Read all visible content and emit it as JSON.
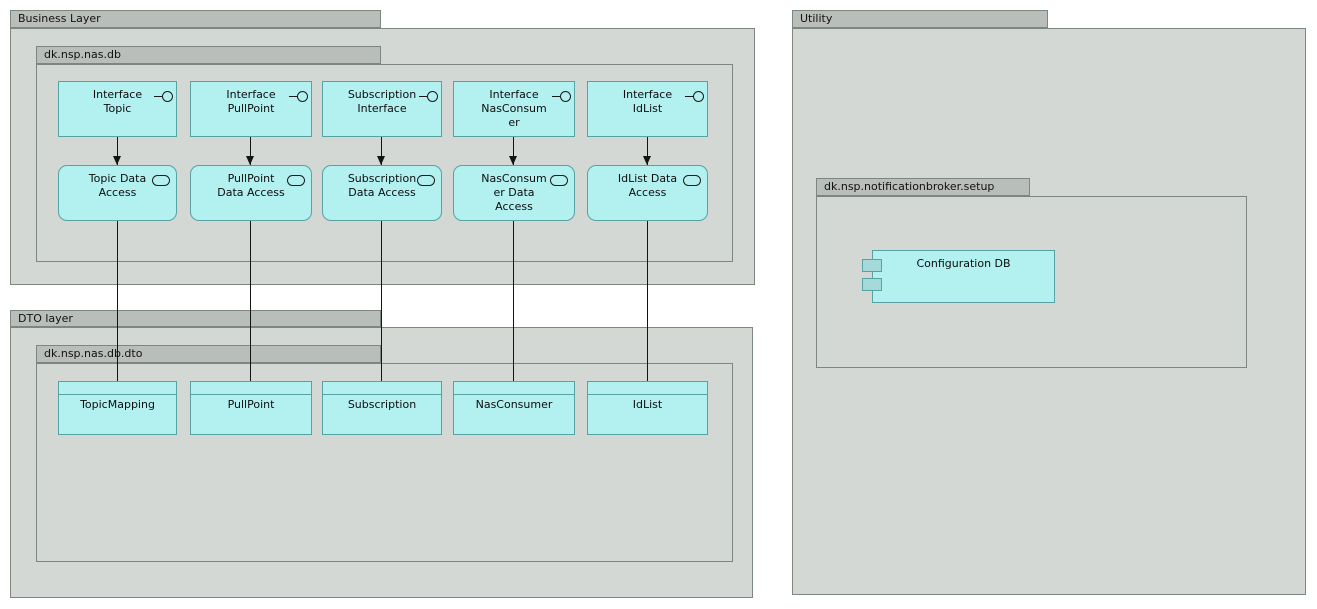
{
  "colors": {
    "background": "#ffffff",
    "package_tab": "#b9beba",
    "package_body": "#d4d8d4",
    "package_border": "#7e877f",
    "node_fill": "#b3f1f1",
    "node_border": "#57a2a2",
    "component_tab_fill": "#a6dada",
    "connector": "#141414"
  },
  "packages": {
    "business_layer": {
      "label": "Business Layer"
    },
    "dk_nsp_nas_db": {
      "label": "dk.nsp.nas.db"
    },
    "dto_layer": {
      "label": "DTO layer"
    },
    "dk_nsp_nas_db_dto": {
      "label": "dk.nsp.nas.db.dto"
    },
    "utility": {
      "label": "Utility"
    },
    "dk_nsp_notificationbroker_setup": {
      "label": "dk.nsp.notificationbroker.setup"
    }
  },
  "interfaces": [
    {
      "label": "Interface\nTopic",
      "icon": "interface-lollipop-icon"
    },
    {
      "label": "Interface\nPullPoint",
      "icon": "interface-lollipop-icon"
    },
    {
      "label": "Subscription\nInterface",
      "icon": "interface-lollipop-icon"
    },
    {
      "label": "Interface\nNasConsum\ner",
      "icon": "interface-lollipop-icon"
    },
    {
      "label": "Interface\nIdList",
      "icon": "interface-lollipop-icon"
    }
  ],
  "data_access": [
    {
      "label": "Topic Data\nAccess",
      "icon": "rounded-rect-icon"
    },
    {
      "label": "PullPoint\nData Access",
      "icon": "rounded-rect-icon"
    },
    {
      "label": "Subscription\nData Access",
      "icon": "rounded-rect-icon"
    },
    {
      "label": "NasConsum\ner Data\nAccess",
      "icon": "rounded-rect-icon"
    },
    {
      "label": "IdList Data\nAccess",
      "icon": "rounded-rect-icon"
    }
  ],
  "dto_classes": [
    {
      "label": "TopicMapping"
    },
    {
      "label": "PullPoint"
    },
    {
      "label": "Subscription"
    },
    {
      "label": "NasConsumer"
    },
    {
      "label": "IdList"
    }
  ],
  "component": {
    "label": "Configuration DB",
    "icon": "component-icon"
  }
}
